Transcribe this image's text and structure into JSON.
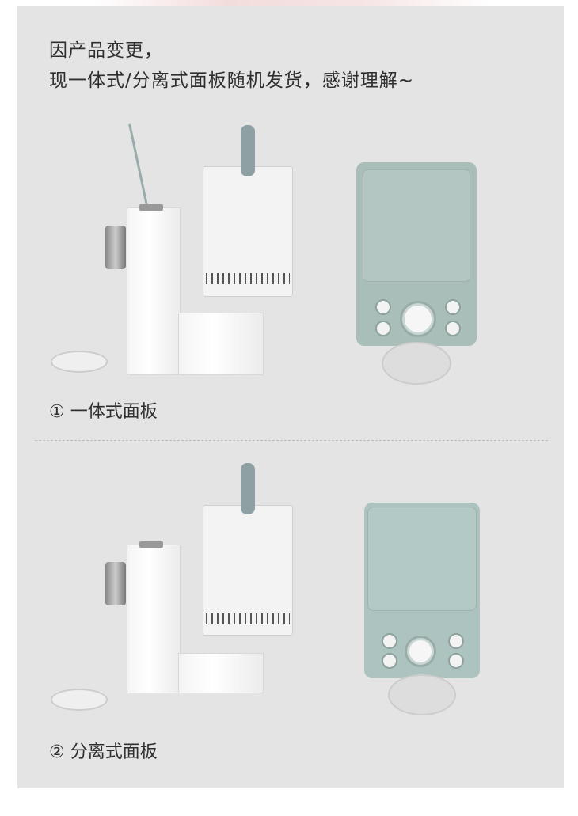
{
  "notice": {
    "line1": "因产品变更，",
    "line2": "现一体式/分离式面板随机发货，感谢理解~"
  },
  "sections": [
    {
      "label": "① 一体式面板"
    },
    {
      "label": "② 分离式面板"
    }
  ],
  "colors": {
    "background": "#e4e4e4",
    "panel_green": "#a9bdb9",
    "text": "#2e2e2e"
  }
}
